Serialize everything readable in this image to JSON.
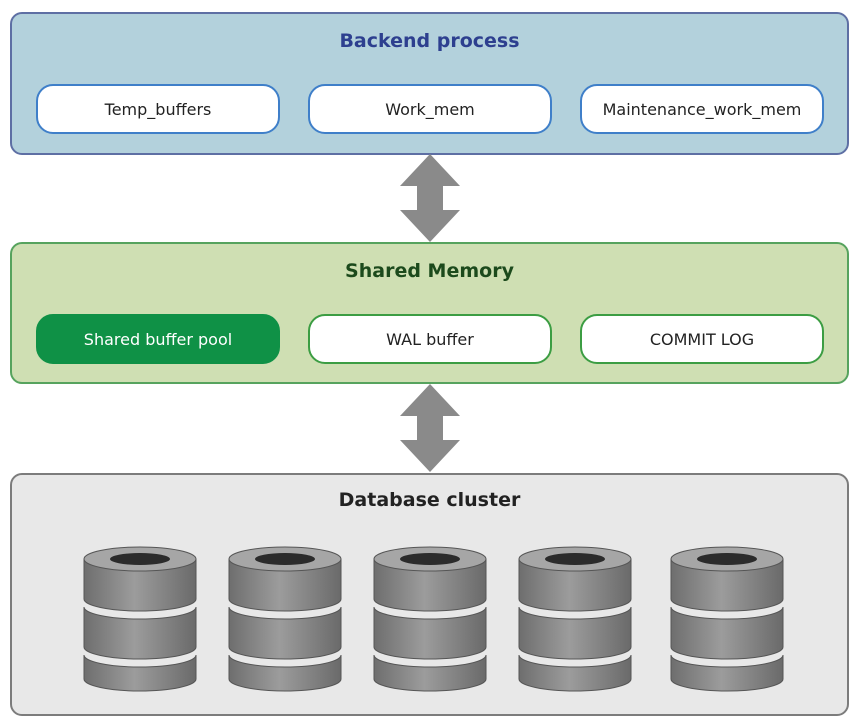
{
  "backend": {
    "title": "Backend process",
    "items": [
      "Temp_buffers",
      "Work_mem",
      "Maintenance_work_mem"
    ]
  },
  "shared_memory": {
    "title": "Shared Memory",
    "items": [
      "Shared buffer pool",
      "WAL buffer",
      "COMMIT LOG"
    ]
  },
  "cluster": {
    "title": "Database cluster",
    "database_icons": 5
  },
  "colors": {
    "backend_fill": "#b3d1dc",
    "backend_border": "#5e6fa4",
    "backend_title": "#2d3f8f",
    "shared_fill": "#cfdfb3",
    "shared_border": "#56a35e",
    "shared_highlight": "#0f9146",
    "cluster_fill": "#e8e8e8",
    "cluster_border": "#7c7c7c",
    "arrow": "#8a8a8a",
    "cylinder": "#8f8f8f"
  },
  "icons": {
    "connector": "double-arrow-icon",
    "storage": "database-cylinder-icon"
  }
}
